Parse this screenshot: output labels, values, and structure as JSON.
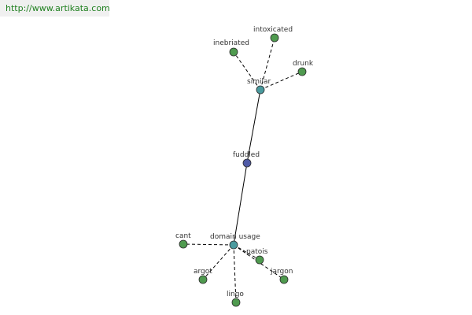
{
  "header": {
    "url": "http://www.artikata.com"
  },
  "colors": {
    "url_text": "#208020",
    "url_bar_bg": "#f0f0f0",
    "center_node": "#4f5aa6",
    "hub_node": "#4a9a9e",
    "leaf_node": "#4f9a4f",
    "node_stroke": "#2a2a2a",
    "edge": "#000000",
    "label": "#333333"
  },
  "graph": {
    "nodes": [
      {
        "id": "fuddled",
        "label": "fuddled",
        "kind": "center"
      },
      {
        "id": "similar",
        "label": "similar",
        "kind": "hub"
      },
      {
        "id": "domain_usage",
        "label": "domain usage",
        "kind": "hub"
      },
      {
        "id": "inebriated",
        "label": "inebriated",
        "kind": "leaf"
      },
      {
        "id": "intoxicated",
        "label": "intoxicated",
        "kind": "leaf"
      },
      {
        "id": "drunk",
        "label": "drunk",
        "kind": "leaf"
      },
      {
        "id": "cant",
        "label": "cant",
        "kind": "leaf"
      },
      {
        "id": "argot",
        "label": "argot",
        "kind": "leaf"
      },
      {
        "id": "lingo",
        "label": "lingo",
        "kind": "leaf"
      },
      {
        "id": "patois",
        "label": "patois",
        "kind": "leaf"
      },
      {
        "id": "jargon",
        "label": "jargon",
        "kind": "leaf"
      }
    ],
    "edges": [
      {
        "from": "fuddled",
        "to": "similar",
        "style": "solid"
      },
      {
        "from": "fuddled",
        "to": "domain_usage",
        "style": "solid"
      },
      {
        "from": "similar",
        "to": "inebriated",
        "style": "dashed"
      },
      {
        "from": "similar",
        "to": "intoxicated",
        "style": "dashed"
      },
      {
        "from": "similar",
        "to": "drunk",
        "style": "dashed"
      },
      {
        "from": "domain_usage",
        "to": "cant",
        "style": "dashed"
      },
      {
        "from": "domain_usage",
        "to": "argot",
        "style": "dashed"
      },
      {
        "from": "domain_usage",
        "to": "lingo",
        "style": "dashed"
      },
      {
        "from": "domain_usage",
        "to": "patois",
        "style": "dashed"
      },
      {
        "from": "domain_usage",
        "to": "jargon",
        "style": "dashed"
      }
    ]
  }
}
